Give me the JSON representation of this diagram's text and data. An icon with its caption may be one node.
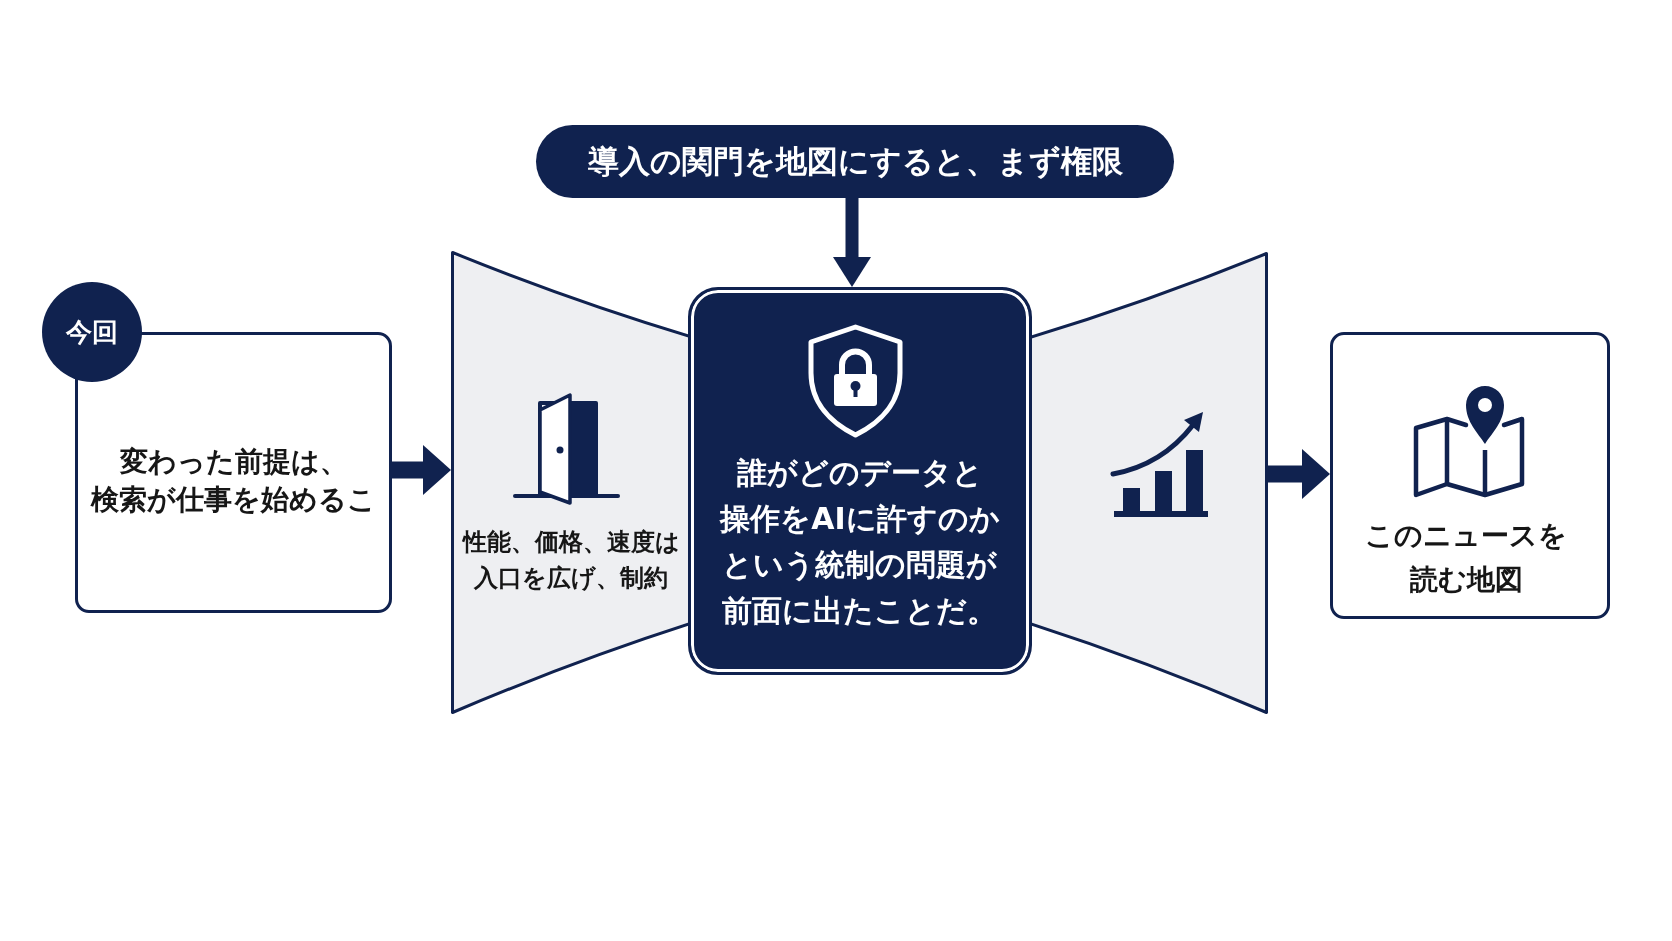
{
  "diagram": {
    "nodes": [
      {
        "text": [
          "導入の関門を地図にすると、まず権限"
        ]
      },
      {
        "text": [
          "今回"
        ]
      },
      {
        "text": [
          "変わった前提は、検索が仕事を始めるこ"
        ]
      },
      {
        "text": [
          "性能、価格、速度は入口を広げ、制約"
        ]
      },
      {
        "text": [
          "誰がどのデータと操作をAIに許すのかという統制の問題が前面に出たことだ。"
        ]
      },
      {
        "text": [],
        "shape": "trapezoid"
      },
      {
        "text": [
          "このニュースを読む地図"
        ]
      }
    ],
    "edges": [
      {
        "from": 0,
        "to": 4,
        "arrow": "to"
      },
      {
        "from": 2,
        "to": 3,
        "arrow": "to"
      },
      {
        "from": 5,
        "to": 6,
        "arrow": "to"
      }
    ]
  }
}
